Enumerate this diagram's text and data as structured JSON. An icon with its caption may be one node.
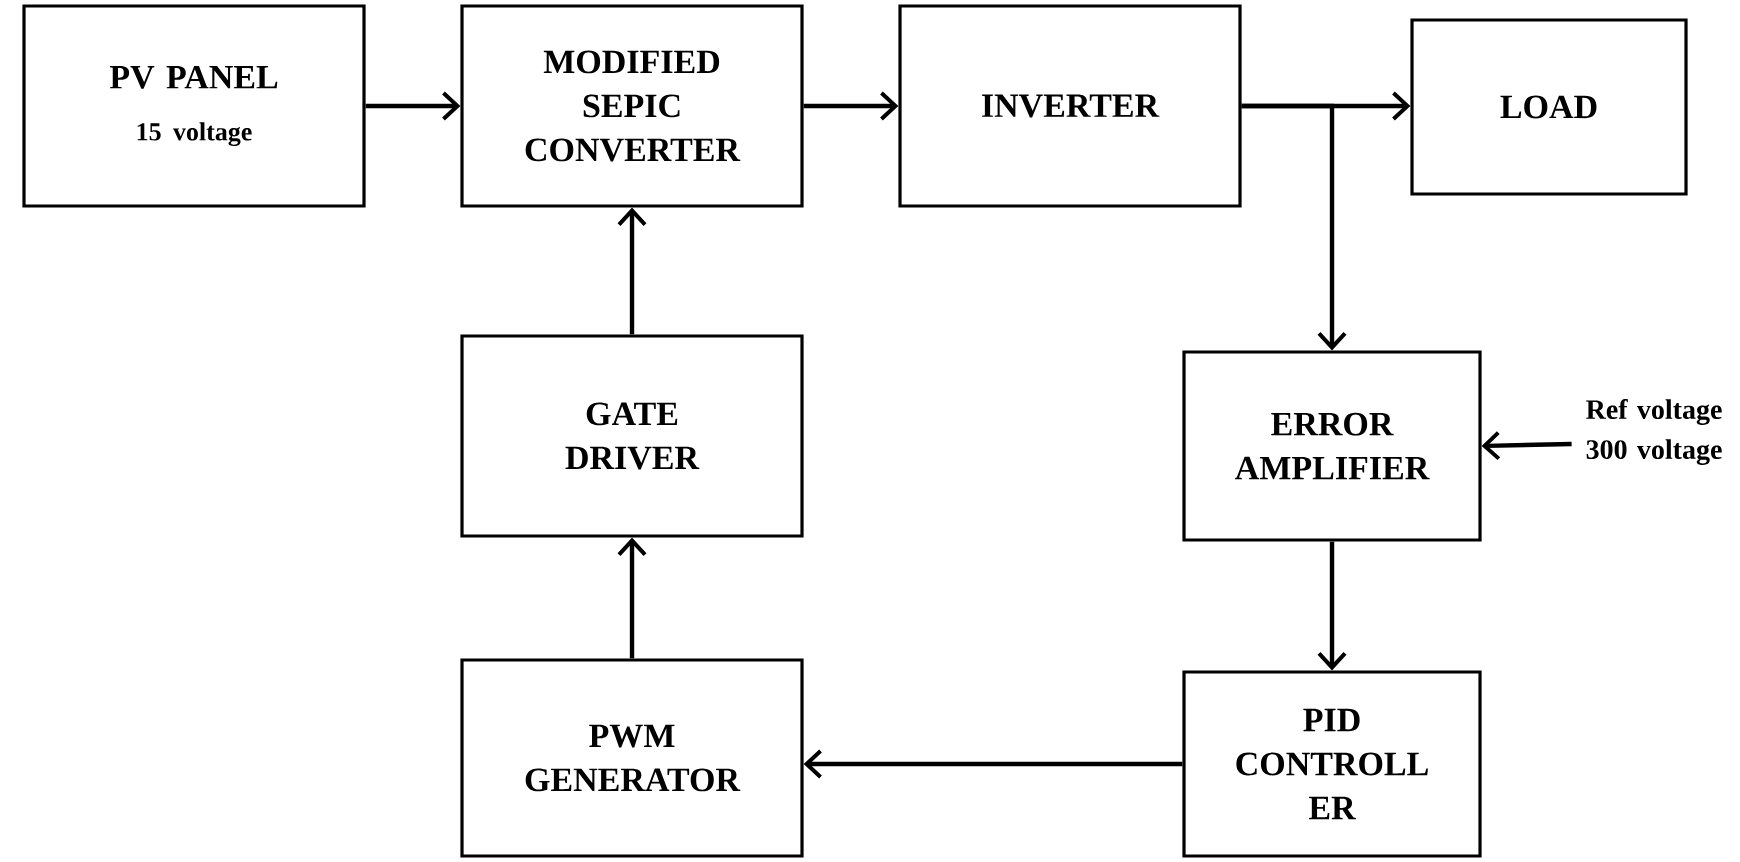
{
  "diagram": {
    "nodes": [
      {
        "text": [
          "PV PANEL",
          "15 voltage"
        ]
      },
      {
        "text": [
          "MODIFIED SEPIC CONVERTER"
        ]
      },
      {
        "text": [
          "INVERTER"
        ]
      },
      {
        "text": [
          "LOAD"
        ]
      },
      {
        "text": [
          "GATE DRIVER"
        ]
      },
      {
        "text": [
          "ERROR AMPLIFIER"
        ]
      },
      {
        "text": [
          "PWM GENERATOR"
        ]
      },
      {
        "text": [
          "PID CONTROLL ER"
        ]
      },
      {
        "text": [
          "Ref voltage 300 voltage"
        ]
      }
    ],
    "edges": [
      {
        "from": 0,
        "to": 1,
        "arrow": "to"
      },
      {
        "from": 1,
        "to": 2,
        "arrow": "to"
      },
      {
        "from": 2,
        "to": 3,
        "arrow": "to"
      },
      {
        "from": 2,
        "to": 5,
        "arrow": "to"
      },
      {
        "from": 8,
        "to": 5,
        "arrow": "to"
      },
      {
        "from": 4,
        "to": 1,
        "arrow": "to"
      },
      {
        "from": 6,
        "to": 4,
        "arrow": "to"
      },
      {
        "from": 5,
        "to": 7,
        "arrow": "to"
      },
      {
        "from": 7,
        "to": 6,
        "arrow": "to"
      }
    ]
  }
}
